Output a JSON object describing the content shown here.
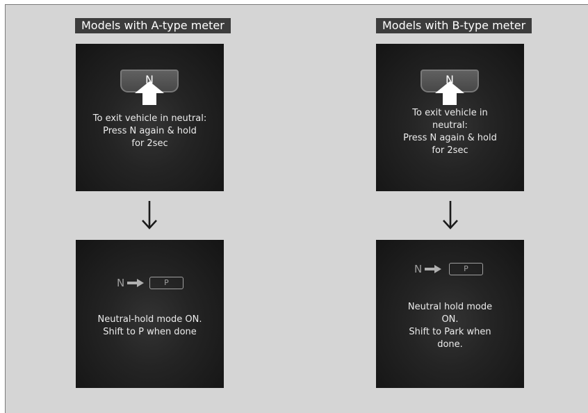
{
  "models": [
    {
      "label": "Models with A-type meter",
      "top_screen": {
        "key_label": "N",
        "message_lines": [
          "To exit vehicle in neutral:",
          "Press N again & hold",
          "for 2sec"
        ]
      },
      "bottom_screen": {
        "n_label": "N",
        "p_label": "P",
        "message_lines": [
          "Neutral-hold mode ON.",
          "Shift to P when done"
        ]
      }
    },
    {
      "label": "Models with B-type meter",
      "top_screen": {
        "key_label": "N",
        "message_lines": [
          "To exit vehicle in",
          "neutral:",
          "Press N again & hold",
          "for 2sec"
        ]
      },
      "bottom_screen": {
        "n_label": "N",
        "p_label": "P",
        "message_lines": [
          "Neutral hold mode",
          "ON.",
          "Shift to Park when",
          "done."
        ]
      }
    }
  ],
  "colors": {
    "page_background": "#d5d5d5",
    "label_background": "#3c3c3c",
    "screen_background": "#1a1a1a",
    "screen_text": "#ececec"
  }
}
